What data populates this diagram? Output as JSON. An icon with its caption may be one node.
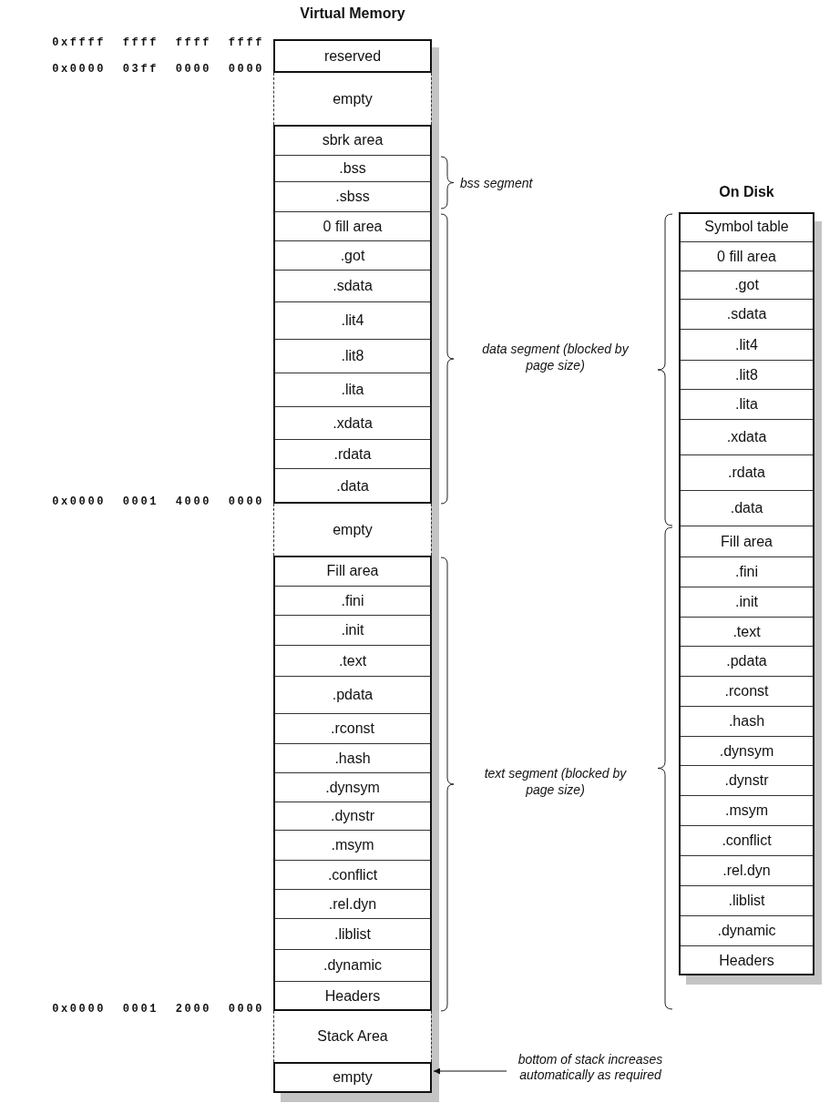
{
  "diagram": {
    "nodes": [
      {
        "text": [
          "reserved"
        ]
      },
      {
        "text": [
          "empty"
        ]
      },
      {
        "text": [],
        "shape": "box"
      },
      {
        "text": [
          "sbrk area"
        ],
        "in": 2
      },
      {
        "text": [
          ".bss"
        ],
        "in": 2
      },
      {
        "text": [
          ".sbss"
        ],
        "in": 2
      },
      {
        "text": [
          "0 fill area"
        ],
        "in": 2
      },
      {
        "text": [
          ".got"
        ],
        "in": 2
      },
      {
        "text": [
          ".sdata"
        ],
        "in": 2
      },
      {
        "text": [
          ".lit4"
        ],
        "in": 2
      },
      {
        "text": [
          ".lit8"
        ],
        "in": 2
      },
      {
        "text": [
          ".lita"
        ],
        "in": 2
      },
      {
        "text": [
          ".xdata"
        ],
        "in": 2
      },
      {
        "text": [
          ".rdata"
        ],
        "in": 2
      },
      {
        "text": [
          ".data"
        ],
        "in": 2
      },
      {
        "text": [
          "empty"
        ]
      },
      {
        "text": [],
        "shape": "box"
      },
      {
        "text": [
          "Fill area"
        ],
        "in": 16
      },
      {
        "text": [
          ".fini"
        ],
        "in": 16
      },
      {
        "text": [
          ".init"
        ],
        "in": 16
      },
      {
        "text": [
          ".text"
        ],
        "in": 16
      },
      {
        "text": [
          ".pdata"
        ],
        "in": 16
      },
      {
        "text": [
          ".rconst"
        ],
        "in": 16
      },
      {
        "text": [
          ".hash"
        ],
        "in": 16
      },
      {
        "text": [
          ".dynsym"
        ],
        "in": 16
      },
      {
        "text": [
          ".dynstr"
        ],
        "in": 16
      },
      {
        "text": [
          ".msym"
        ],
        "in": 16
      },
      {
        "text": [
          ".conflict"
        ],
        "in": 16
      },
      {
        "text": [
          ".rel.dyn"
        ],
        "in": 16
      },
      {
        "text": [
          ".liblist"
        ],
        "in": 16
      },
      {
        "text": [
          ".dynamic"
        ],
        "in": 16
      },
      {
        "text": [
          "Headers"
        ],
        "in": 16
      },
      {
        "text": [
          "Stack Area"
        ]
      },
      {
        "text": [
          "empty"
        ]
      },
      {
        "text": [],
        "shape": "box"
      },
      {
        "text": [
          "Symbol table"
        ],
        "in": 34
      },
      {
        "text": [
          "0 fill area"
        ],
        "in": 34
      },
      {
        "text": [
          ".got"
        ],
        "in": 34
      },
      {
        "text": [
          ".sdata"
        ],
        "in": 34
      },
      {
        "text": [
          ".lit4"
        ],
        "in": 34
      },
      {
        "text": [
          ".lit8"
        ],
        "in": 34
      },
      {
        "text": [
          ".lita"
        ],
        "in": 34
      },
      {
        "text": [
          ".xdata"
        ],
        "in": 34
      },
      {
        "text": [
          ".rdata"
        ],
        "in": 34
      },
      {
        "text": [
          ".data"
        ],
        "in": 34
      },
      {
        "text": [
          "Fill area"
        ],
        "in": 34
      },
      {
        "text": [
          ".fini"
        ],
        "in": 34
      },
      {
        "text": [
          ".init"
        ],
        "in": 34
      },
      {
        "text": [
          ".text"
        ],
        "in": 34
      },
      {
        "text": [
          ".pdata"
        ],
        "in": 34
      },
      {
        "text": [
          ".rconst"
        ],
        "in": 34
      },
      {
        "text": [
          ".hash"
        ],
        "in": 34
      },
      {
        "text": [
          ".dynsym"
        ],
        "in": 34
      },
      {
        "text": [
          ".dynstr"
        ],
        "in": 34
      },
      {
        "text": [
          ".msym"
        ],
        "in": 34
      },
      {
        "text": [
          ".conflict"
        ],
        "in": 34
      },
      {
        "text": [
          ".rel.dyn"
        ],
        "in": 34
      },
      {
        "text": [
          ".liblist"
        ],
        "in": 34
      },
      {
        "text": [
          ".dynamic"
        ],
        "in": 34
      },
      {
        "text": [
          "Headers"
        ],
        "in": 34
      },
      {
        "text": [
          "bottom of stack increases automatically as required"
        ]
      }
    ],
    "edges": [
      {
        "from": 60,
        "to": 33,
        "arrow": "to"
      }
    ],
    "labels": [
      "Virtual Memory",
      "0xffff ffff ffff ffff",
      "0x0000 03ff 0000 0000",
      "bss segment",
      "On Disk",
      "data segment (blocked by page size)",
      "0x0000 0001 4000 0000",
      "text segment (blocked by page size)",
      "0x0000 0001 2000 0000"
    ]
  }
}
